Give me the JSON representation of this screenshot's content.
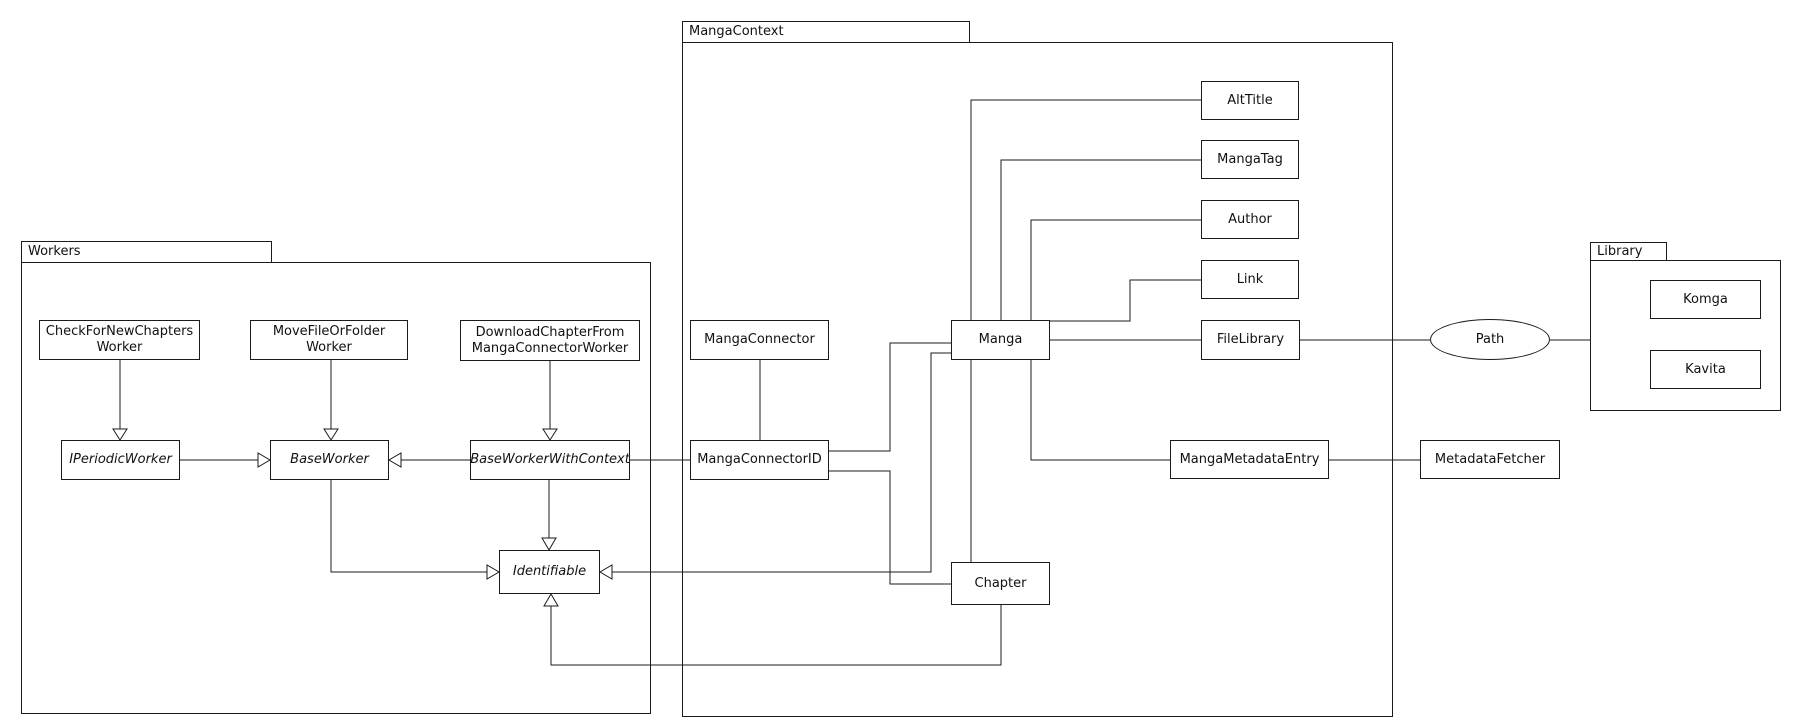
{
  "diagram": {
    "packages": {
      "workers": {
        "label": "Workers"
      },
      "mangaContext": {
        "label": "MangaContext"
      },
      "library": {
        "label": "Library"
      }
    },
    "nodes": {
      "checkForNewChaptersWorker": {
        "line1": "CheckForNewChapters",
        "line2": "Worker"
      },
      "moveFileOrFolderWorker": {
        "line1": "MoveFileOrFolder",
        "line2": "Worker"
      },
      "downloadChapterFromMangaConnectorWorker": {
        "line1": "DownloadChapterFrom",
        "line2": "MangaConnectorWorker"
      },
      "iPeriodicWorker": {
        "label": "IPeriodicWorker"
      },
      "baseWorker": {
        "label": "BaseWorker"
      },
      "baseWorkerWithContext": {
        "label": "BaseWorkerWithContext"
      },
      "identifiable": {
        "label": "Identifiable"
      },
      "mangaConnector": {
        "label": "MangaConnector"
      },
      "mangaConnectorID": {
        "label": "MangaConnectorID"
      },
      "manga": {
        "label": "Manga"
      },
      "chapter": {
        "label": "Chapter"
      },
      "altTitle": {
        "label": "AltTitle"
      },
      "mangaTag": {
        "label": "MangaTag"
      },
      "author": {
        "label": "Author"
      },
      "link": {
        "label": "Link"
      },
      "fileLibrary": {
        "label": "FileLibrary"
      },
      "mangaMetadataEntry": {
        "label": "MangaMetadataEntry"
      },
      "metadataFetcher": {
        "label": "MetadataFetcher"
      },
      "komga": {
        "label": "Komga"
      },
      "kavita": {
        "label": "Kavita"
      },
      "path": {
        "label": "Path"
      }
    },
    "relationships": [
      {
        "from": "CheckForNewChaptersWorker",
        "to": "IPeriodicWorker",
        "type": "generalization-hollow-triangle"
      },
      {
        "from": "MoveFileOrFolderWorker",
        "to": "BaseWorker",
        "type": "generalization-hollow-triangle"
      },
      {
        "from": "DownloadChapterFromMangaConnectorWorker",
        "to": "BaseWorkerWithContext",
        "type": "generalization-hollow-triangle"
      },
      {
        "from": "IPeriodicWorker",
        "to": "BaseWorker",
        "type": "generalization-hollow-triangle"
      },
      {
        "from": "BaseWorkerWithContext",
        "to": "BaseWorker",
        "type": "generalization-hollow-triangle"
      },
      {
        "from": "BaseWorkerWithContext",
        "to": "Identifiable",
        "type": "generalization-hollow-triangle"
      },
      {
        "from": "BaseWorker",
        "to": "Identifiable",
        "type": "generalization-hollow-triangle"
      },
      {
        "from": "Manga",
        "to": "Identifiable",
        "type": "generalization-hollow-triangle"
      },
      {
        "from": "Chapter",
        "to": "Identifiable",
        "type": "generalization-hollow-triangle"
      },
      {
        "from": "MangaConnector",
        "to": "MangaConnectorID",
        "type": "association"
      },
      {
        "from": "BaseWorkerWithContext",
        "to": "MangaConnectorID",
        "type": "association"
      },
      {
        "from": "MangaConnectorID",
        "to": "Manga",
        "type": "association"
      },
      {
        "from": "MangaConnectorID",
        "to": "Chapter",
        "type": "association"
      },
      {
        "from": "Manga",
        "to": "AltTitle",
        "type": "association"
      },
      {
        "from": "Manga",
        "to": "MangaTag",
        "type": "association"
      },
      {
        "from": "Manga",
        "to": "Author",
        "type": "association"
      },
      {
        "from": "Manga",
        "to": "Link",
        "type": "association"
      },
      {
        "from": "Manga",
        "to": "FileLibrary",
        "type": "association"
      },
      {
        "from": "Manga",
        "to": "Chapter",
        "type": "association"
      },
      {
        "from": "Manga",
        "to": "MangaMetadataEntry",
        "type": "association"
      },
      {
        "from": "MangaMetadataEntry",
        "to": "MetadataFetcher",
        "type": "association"
      },
      {
        "from": "FileLibrary",
        "to": "Path",
        "type": "association"
      },
      {
        "from": "Path",
        "to": "Library",
        "type": "association"
      }
    ],
    "colors": {
      "stroke": "#1b1b1b",
      "background": "#ffffff",
      "text": "#111111"
    }
  }
}
